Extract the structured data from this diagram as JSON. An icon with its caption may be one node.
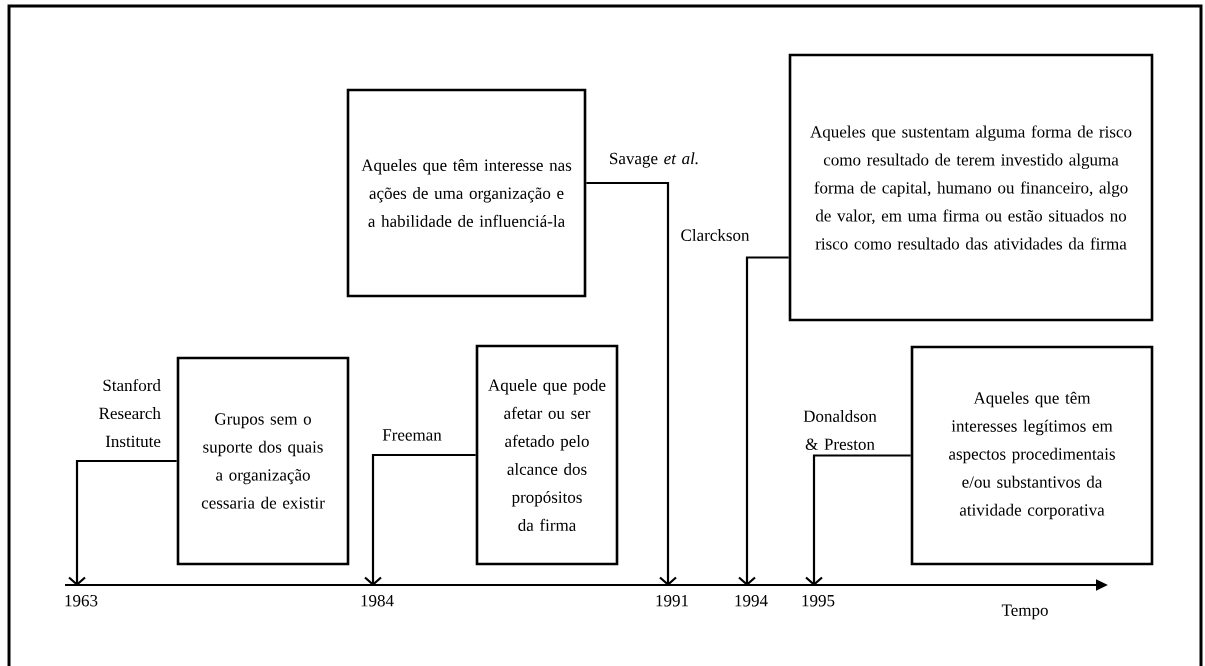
{
  "diagram": {
    "nodes": [
      {
        "text": [
          "Grupos sem o suporte dos quais a organização cessaria de existir"
        ],
        "beside": [
          "Stanford Research Institute"
        ]
      },
      {
        "text": [
          "Aquele que pode afetar ou ser afetado pelo alcance dos propósitos da firma"
        ],
        "beside": [
          "Freeman"
        ]
      },
      {
        "text": [
          "Aqueles que têm interesse nas ações de uma organização e a habilidade de influenciá-la"
        ],
        "beside": [
          "Savage *et al.*"
        ]
      },
      {
        "text": [
          "Aqueles que sustentam alguma forma de risco como resultado de terem investido alguma forma de capital, humano ou financeiro, algo de valor, em uma firma ou estão situados no risco como resultado das atividades da firma"
        ],
        "beside": [
          "Clarckson"
        ]
      },
      {
        "text": [
          "Aqueles que têm interesses legítimos em aspectos procedimentais e/ou substantivos da atividade corporativa"
        ],
        "beside": [
          "Donaldson & Preston"
        ]
      },
      {
        "text": [
          "1963"
        ]
      },
      {
        "text": [
          "1984"
        ]
      },
      {
        "text": [
          "1991"
        ]
      },
      {
        "text": [
          "1994"
        ]
      },
      {
        "text": [
          "1995"
        ]
      }
    ],
    "edges": [
      {
        "from": 0,
        "to": 5,
        "arrow": "to"
      },
      {
        "from": 1,
        "to": 6,
        "arrow": "to"
      },
      {
        "from": 2,
        "to": 7,
        "arrow": "to"
      },
      {
        "from": 3,
        "to": 8,
        "arrow": "to"
      },
      {
        "from": 4,
        "to": 9,
        "arrow": "to"
      }
    ],
    "labels": [
      "Tempo"
    ]
  }
}
